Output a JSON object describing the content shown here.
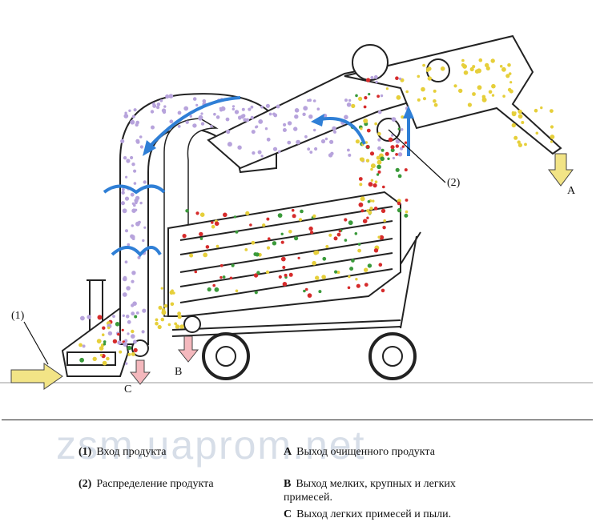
{
  "labels": {
    "in": "(1)",
    "dist": "(2)",
    "a": "A",
    "b": "B",
    "c": "C"
  },
  "legend": [
    {
      "code": "(1)",
      "text": "Вход продукта"
    },
    {
      "code": "(2)",
      "text": "Распределение продукта"
    },
    {
      "code": "A",
      "text": "Выход очищенного продукта"
    },
    {
      "code": "B",
      "text": "Выход мелких, крупных и легких примесей."
    },
    {
      "code": "C",
      "text": "Выход легких примесей и пыли."
    }
  ],
  "watermark": "zsm.uaprom.net",
  "colors": {
    "air_flow": "#2f7fd6",
    "arrow_in": "#f2e486",
    "arrow_out": "#f4b8bd",
    "grain_clean": "#e6cf3a",
    "dust": "#b7a3dc",
    "impurity_red": "#d62b2b",
    "impurity_green": "#3a9a3a"
  }
}
